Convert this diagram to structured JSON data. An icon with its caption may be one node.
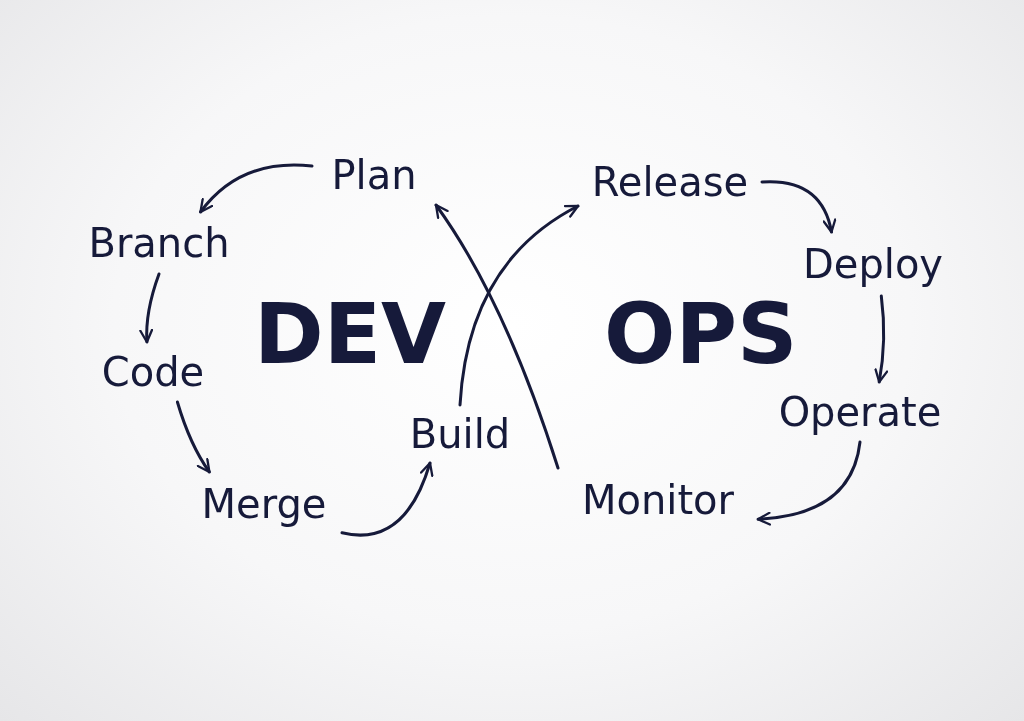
{
  "diagram": {
    "nodes": [
      {
        "text": [
          "Plan"
        ]
      },
      {
        "text": [
          "Branch"
        ]
      },
      {
        "text": [
          "Code"
        ]
      },
      {
        "text": [
          "Merge"
        ]
      },
      {
        "text": [
          "Build"
        ]
      },
      {
        "text": [
          "Release"
        ]
      },
      {
        "text": [
          "Deploy"
        ]
      },
      {
        "text": [
          "Operate"
        ]
      },
      {
        "text": [
          "Monitor"
        ]
      }
    ],
    "edges": [
      {
        "from": 0,
        "to": 1,
        "arrow": "to"
      },
      {
        "from": 1,
        "to": 2,
        "arrow": "to"
      },
      {
        "from": 2,
        "to": 3,
        "arrow": "to"
      },
      {
        "from": 3,
        "to": 4,
        "arrow": "to"
      },
      {
        "from": 4,
        "to": 5,
        "arrow": "to"
      },
      {
        "from": 5,
        "to": 6,
        "arrow": "to"
      },
      {
        "from": 6,
        "to": 7,
        "arrow": "to"
      },
      {
        "from": 7,
        "to": 8,
        "arrow": "to"
      },
      {
        "from": 8,
        "to": 0,
        "arrow": "to"
      }
    ],
    "labels": [
      "DEV",
      "OPS"
    ]
  }
}
